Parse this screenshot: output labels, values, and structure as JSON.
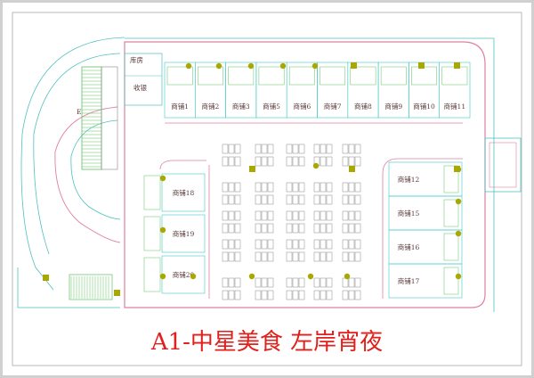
{
  "title": "A1-中星美食   左岸宵夜",
  "labels": {
    "storage": "库房",
    "cashier": "收银",
    "wall_mark": "E"
  },
  "shops_top": [
    "商铺1",
    "商铺2",
    "商铺3",
    "商铺5",
    "商铺6",
    "商铺7",
    "商铺8",
    "商铺9",
    "商铺10",
    "商铺11"
  ],
  "shops_right": [
    "商铺12",
    "商铺15",
    "商铺16",
    "商铺17"
  ],
  "shops_left": [
    "商铺18",
    "商铺19",
    "商铺20"
  ],
  "colors": {
    "frame": "#cccccc",
    "wall": "#e080a0",
    "line_cyan": "#40c8c8",
    "line_green": "#60c060",
    "column": "#a8a800",
    "title": "#e0201c"
  }
}
